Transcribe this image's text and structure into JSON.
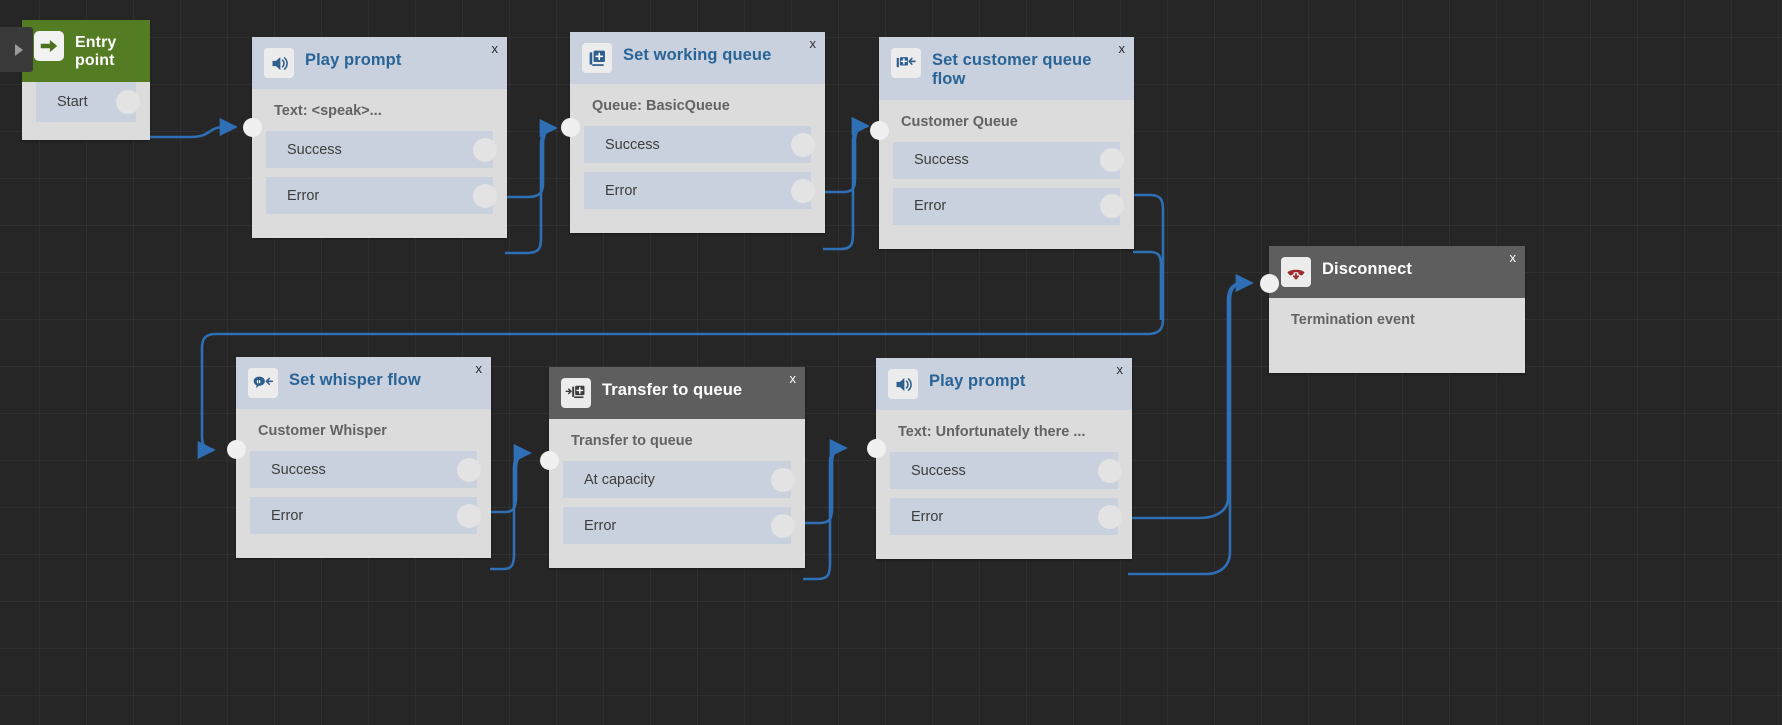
{
  "app": {
    "canvas_background": "#262626",
    "accent_blue": "#2a6496",
    "connector_color": "#2f6fb5",
    "node_header_blue": "#c8d1dd",
    "node_header_grey": "#5e5e5e",
    "node_header_green": "#547c22",
    "node_body": "#dcdcdc",
    "port_row": "#c8d1dd",
    "close_label": "x"
  },
  "sidebar": {
    "toggle_name": "expand-sidebar-handle"
  },
  "nodes": [
    {
      "id": "entry-point",
      "title": "Entry\npoint",
      "title_line1": "Entry",
      "title_line2": "point",
      "header_style": "green",
      "icon": "entry-arrow-icon",
      "param": null,
      "ports": [
        {
          "label": "Start"
        }
      ]
    },
    {
      "id": "play-prompt-top",
      "title": "Play prompt",
      "header_style": "blue",
      "icon": "speaker-icon",
      "param": "Text: <speak>...",
      "ports": [
        {
          "label": "Success"
        },
        {
          "label": "Error"
        }
      ]
    },
    {
      "id": "set-working-queue",
      "title": "Set working queue",
      "header_style": "blue",
      "icon": "queue-plus-icon",
      "param": "Queue: BasicQueue",
      "ports": [
        {
          "label": "Success"
        },
        {
          "label": "Error"
        }
      ]
    },
    {
      "id": "set-customer-queue-flow",
      "title": "Set customer queue flow",
      "header_style": "blue",
      "icon": "queue-flow-icon",
      "param": "Customer Queue",
      "ports": [
        {
          "label": "Success"
        },
        {
          "label": "Error"
        }
      ]
    },
    {
      "id": "disconnect",
      "title": "Disconnect",
      "header_style": "grey",
      "icon": "hangup-phone-icon",
      "param": "Termination event",
      "ports": []
    },
    {
      "id": "set-whisper-flow",
      "title": "Set whisper flow",
      "header_style": "blue",
      "icon": "whisper-flow-icon",
      "param": "Customer Whisper",
      "ports": [
        {
          "label": "Success"
        },
        {
          "label": "Error"
        }
      ]
    },
    {
      "id": "transfer-to-queue",
      "title": "Transfer to queue",
      "header_style": "grey",
      "icon": "transfer-queue-icon",
      "param": "Transfer to queue",
      "ports": [
        {
          "label": "At capacity"
        },
        {
          "label": "Error"
        }
      ]
    },
    {
      "id": "play-prompt-bottom",
      "title": "Play prompt",
      "header_style": "blue",
      "icon": "speaker-icon",
      "param": "Text: Unfortunately there ...",
      "ports": [
        {
          "label": "Success"
        },
        {
          "label": "Error"
        }
      ]
    }
  ]
}
